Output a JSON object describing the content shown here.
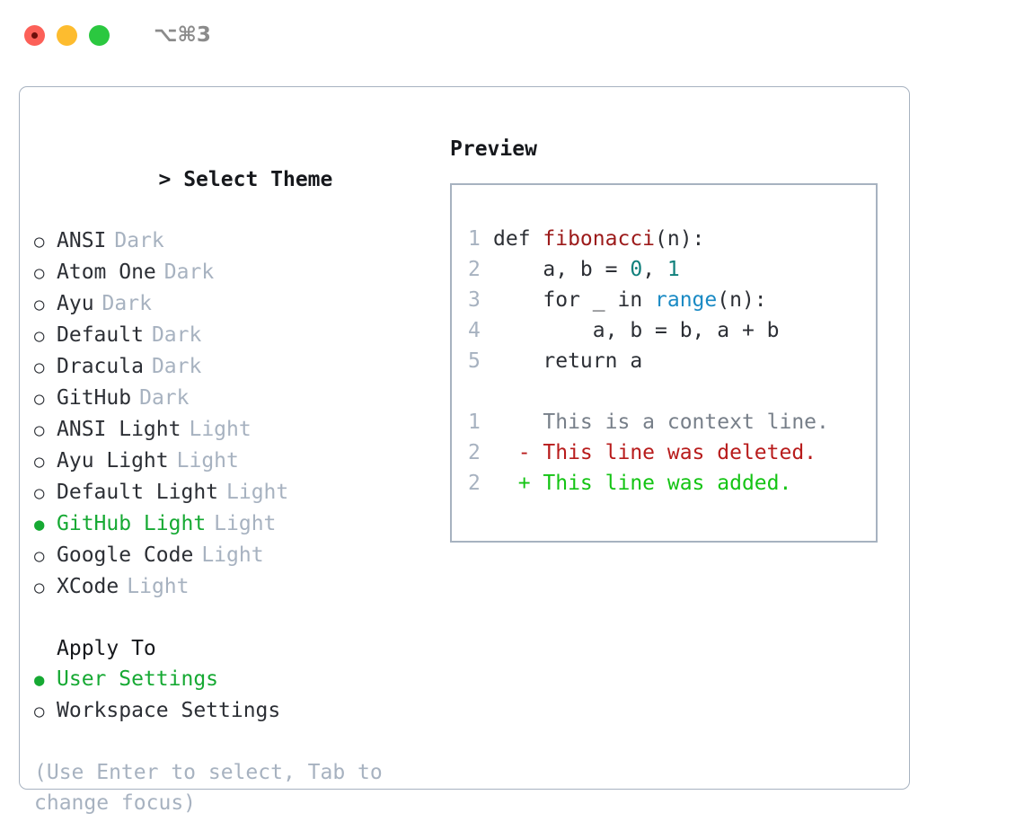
{
  "window": {
    "shortcut": "⌥⌘3",
    "traffic_lights": [
      {
        "name": "close",
        "color": "#fc6058"
      },
      {
        "name": "minimize",
        "color": "#fdbc2f"
      },
      {
        "name": "maximize",
        "color": "#2bc840"
      }
    ]
  },
  "colors": {
    "accent_green": "#16a933",
    "muted": "#a7b2c0",
    "text": "#2c2f35",
    "border": "#a7b2c0",
    "diff_add": "#14c414",
    "diff_del": "#b81c1c",
    "diff_context": "#777f89",
    "syntax_function": "#9c1a1a",
    "syntax_number": "#10807c",
    "syntax_builtin": "#1a8ac4"
  },
  "theme_list": {
    "header": "Select Theme",
    "caret": ">",
    "bullet_selected": "●",
    "bullet_unselected": "○",
    "items": [
      {
        "name": "ANSI",
        "kind": "Dark",
        "selected": false
      },
      {
        "name": "Atom One",
        "kind": "Dark",
        "selected": false
      },
      {
        "name": "Ayu",
        "kind": "Dark",
        "selected": false
      },
      {
        "name": "Default",
        "kind": "Dark",
        "selected": false
      },
      {
        "name": "Dracula",
        "kind": "Dark",
        "selected": false
      },
      {
        "name": "GitHub",
        "kind": "Dark",
        "selected": false
      },
      {
        "name": "ANSI Light",
        "kind": "Light",
        "selected": false
      },
      {
        "name": "Ayu Light",
        "kind": "Light",
        "selected": false
      },
      {
        "name": "Default Light",
        "kind": "Light",
        "selected": false
      },
      {
        "name": "GitHub Light",
        "kind": "Light",
        "selected": true
      },
      {
        "name": "Google Code",
        "kind": "Light",
        "selected": false
      },
      {
        "name": "XCode",
        "kind": "Light",
        "selected": false
      }
    ]
  },
  "apply_to": {
    "header": "Apply To",
    "options": [
      {
        "label": "User Settings",
        "selected": true
      },
      {
        "label": "Workspace Settings",
        "selected": false
      }
    ]
  },
  "hint": "(Use Enter to select, Tab to change focus)",
  "preview": {
    "header": "Preview",
    "code_lines": [
      {
        "no": "1",
        "tokens": [
          {
            "t": "def ",
            "c": "kw"
          },
          {
            "t": "fibonacci",
            "c": "fn"
          },
          {
            "t": "(n):",
            "c": "plain"
          }
        ]
      },
      {
        "no": "2",
        "tokens": [
          {
            "t": "    a, b = ",
            "c": "plain"
          },
          {
            "t": "0",
            "c": "num"
          },
          {
            "t": ", ",
            "c": "plain"
          },
          {
            "t": "1",
            "c": "num"
          }
        ]
      },
      {
        "no": "3",
        "tokens": [
          {
            "t": "    for _ in ",
            "c": "plain"
          },
          {
            "t": "range",
            "c": "bi"
          },
          {
            "t": "(n):",
            "c": "plain"
          }
        ]
      },
      {
        "no": "4",
        "tokens": [
          {
            "t": "        a, b = b, a + b",
            "c": "plain"
          }
        ]
      },
      {
        "no": "5",
        "tokens": [
          {
            "t": "    return a",
            "c": "plain"
          }
        ]
      }
    ],
    "diff_lines": [
      {
        "no": "1",
        "marker": " ",
        "text": "This is a context line.",
        "kind": "context"
      },
      {
        "no": "2",
        "marker": "-",
        "text": "This line was deleted.",
        "kind": "del"
      },
      {
        "no": "2",
        "marker": "+",
        "text": "This line was added.",
        "kind": "add"
      }
    ]
  }
}
